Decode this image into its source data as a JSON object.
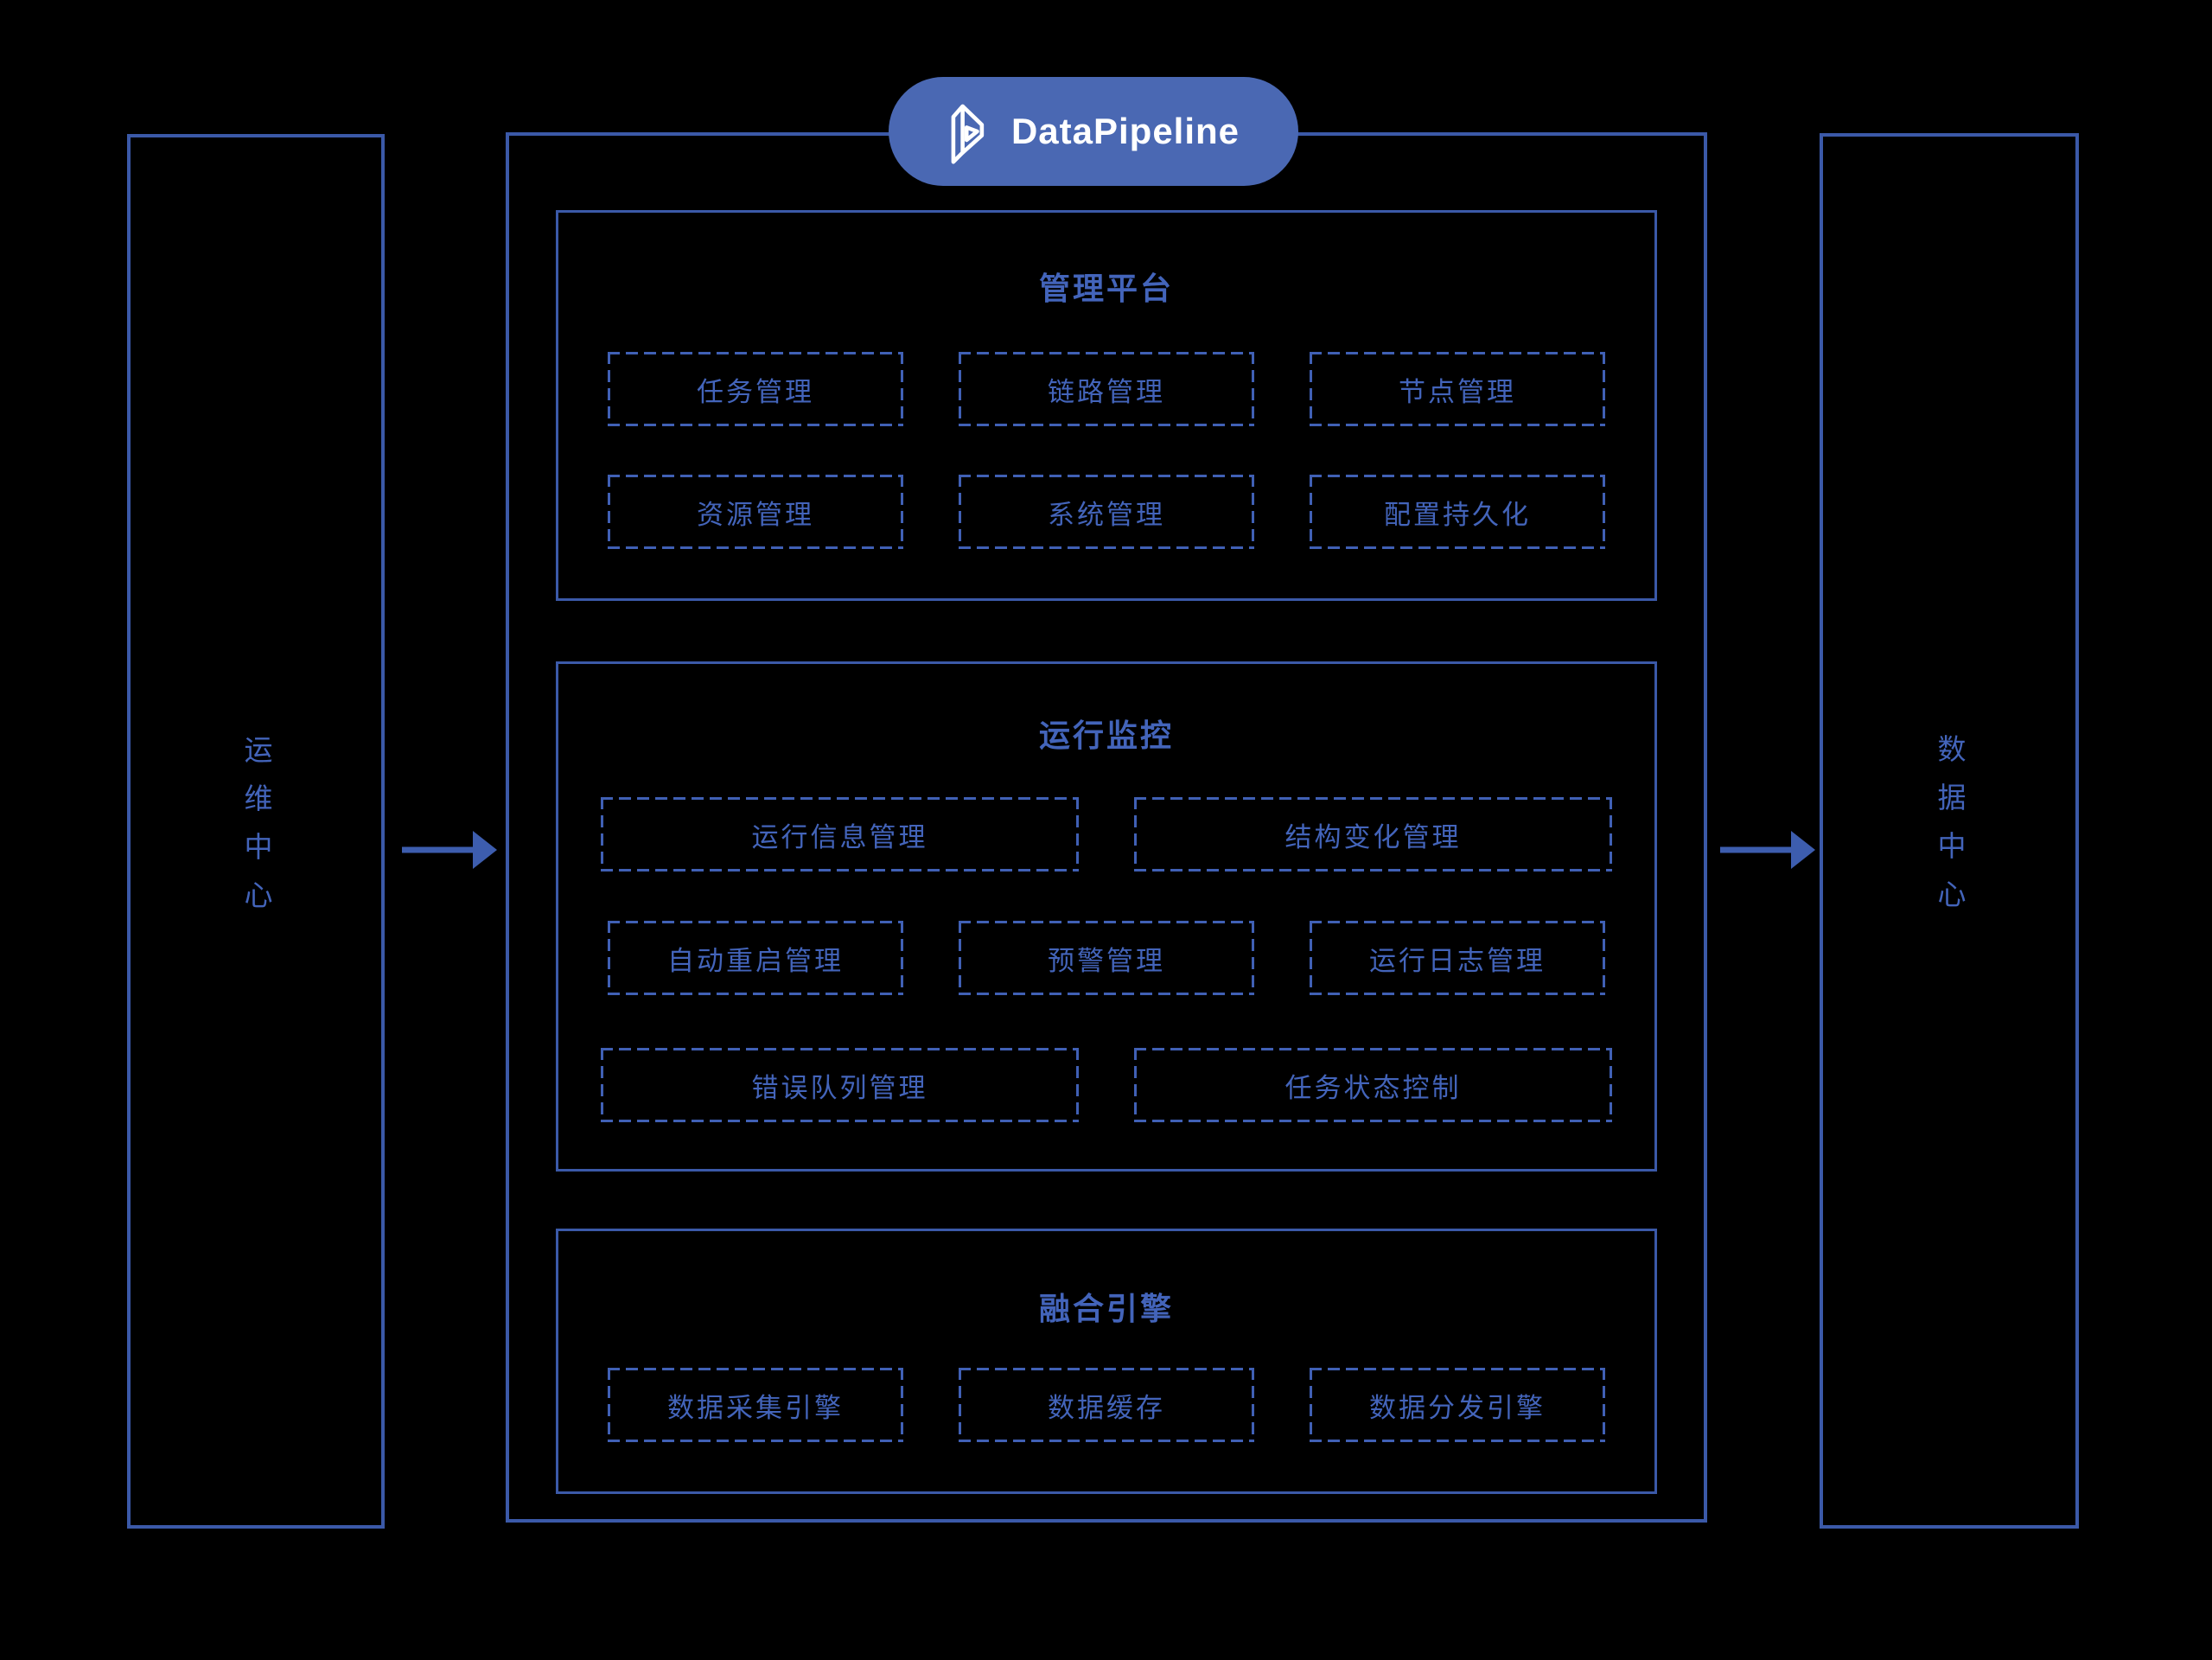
{
  "brand": {
    "name": "DataPipeline",
    "logo_icon": "datapipeline-prism-icon"
  },
  "left_panel": {
    "label": "运维中心"
  },
  "right_panel": {
    "label": "数据中心"
  },
  "sections": [
    {
      "title": "管理平台",
      "rows": [
        [
          "任务管理",
          "链路管理",
          "节点管理"
        ],
        [
          "资源管理",
          "系统管理",
          "配置持久化"
        ]
      ]
    },
    {
      "title": "运行监控",
      "rows": [
        [
          "运行信息管理",
          "结构变化管理"
        ],
        [
          "自动重启管理",
          "预警管理",
          "运行日志管理"
        ],
        [
          "错误队列管理",
          "任务状态控制"
        ]
      ]
    },
    {
      "title": "融合引擎",
      "rows": [
        [
          "数据采集引擎",
          "数据缓存",
          "数据分发引擎"
        ]
      ]
    }
  ],
  "colors": {
    "background": "#000000",
    "line_blue": "#3b59a8",
    "text_blue": "#4364ba",
    "pill_blue": "#4a68b3",
    "logo_white": "#ffffff"
  }
}
